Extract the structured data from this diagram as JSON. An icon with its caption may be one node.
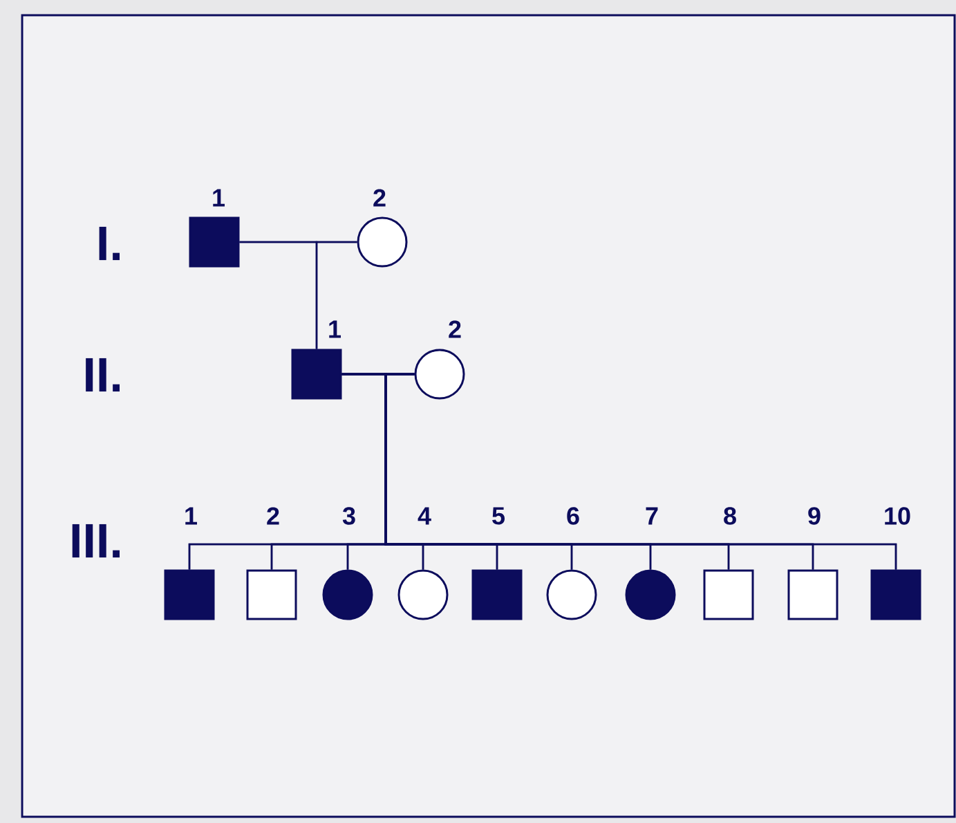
{
  "diagram": {
    "nodes": [
      {
        "text": [],
        "shape": "box",
        "beside": [
          "1"
        ]
      },
      {
        "text": [],
        "shape": "circle",
        "beside": [
          "2"
        ]
      },
      {
        "text": [],
        "shape": "box",
        "beside": [
          "1"
        ]
      },
      {
        "text": [],
        "shape": "circle",
        "beside": [
          "2"
        ]
      },
      {
        "text": [],
        "shape": "box",
        "beside": [
          "1"
        ]
      },
      {
        "text": [],
        "shape": "box",
        "beside": [
          "2"
        ]
      },
      {
        "text": [],
        "shape": "circle",
        "beside": [
          "3"
        ]
      },
      {
        "text": [],
        "shape": "circle",
        "beside": [
          "4"
        ]
      },
      {
        "text": [],
        "shape": "box",
        "beside": [
          "5"
        ]
      },
      {
        "text": [],
        "shape": "circle",
        "beside": [
          "6"
        ]
      },
      {
        "text": [],
        "shape": "circle",
        "beside": [
          "7"
        ]
      },
      {
        "text": [],
        "shape": "box",
        "beside": [
          "8"
        ]
      },
      {
        "text": [],
        "shape": "box",
        "beside": [
          "9"
        ]
      },
      {
        "text": [],
        "shape": "box",
        "beside": [
          "10"
        ]
      }
    ],
    "edges": [
      {
        "from": 0,
        "to": 1,
        "arrow": "none"
      },
      {
        "from": 0,
        "to": 2,
        "arrow": "none"
      },
      {
        "from": 1,
        "to": 2,
        "arrow": "none"
      },
      {
        "from": 2,
        "to": 3,
        "arrow": "none"
      },
      {
        "from": 2,
        "to": 4,
        "arrow": "none"
      },
      {
        "from": 3,
        "to": 4,
        "arrow": "none"
      },
      {
        "from": 2,
        "to": 5,
        "arrow": "none"
      },
      {
        "from": 3,
        "to": 5,
        "arrow": "none"
      },
      {
        "from": 2,
        "to": 6,
        "arrow": "none"
      },
      {
        "from": 3,
        "to": 6,
        "arrow": "none"
      },
      {
        "from": 2,
        "to": 7,
        "arrow": "none"
      },
      {
        "from": 3,
        "to": 7,
        "arrow": "none"
      },
      {
        "from": 2,
        "to": 8,
        "arrow": "none"
      },
      {
        "from": 3,
        "to": 8,
        "arrow": "none"
      },
      {
        "from": 2,
        "to": 9,
        "arrow": "none"
      },
      {
        "from": 3,
        "to": 9,
        "arrow": "none"
      },
      {
        "from": 2,
        "to": 10,
        "arrow": "none"
      },
      {
        "from": 3,
        "to": 10,
        "arrow": "none"
      },
      {
        "from": 2,
        "to": 11,
        "arrow": "none"
      },
      {
        "from": 3,
        "to": 11,
        "arrow": "none"
      },
      {
        "from": 2,
        "to": 12,
        "arrow": "none"
      },
      {
        "from": 3,
        "to": 12,
        "arrow": "none"
      },
      {
        "from": 2,
        "to": 13,
        "arrow": "none"
      },
      {
        "from": 3,
        "to": 13,
        "arrow": "none"
      }
    ],
    "labels": [
      "I.",
      "II.",
      "III."
    ]
  }
}
